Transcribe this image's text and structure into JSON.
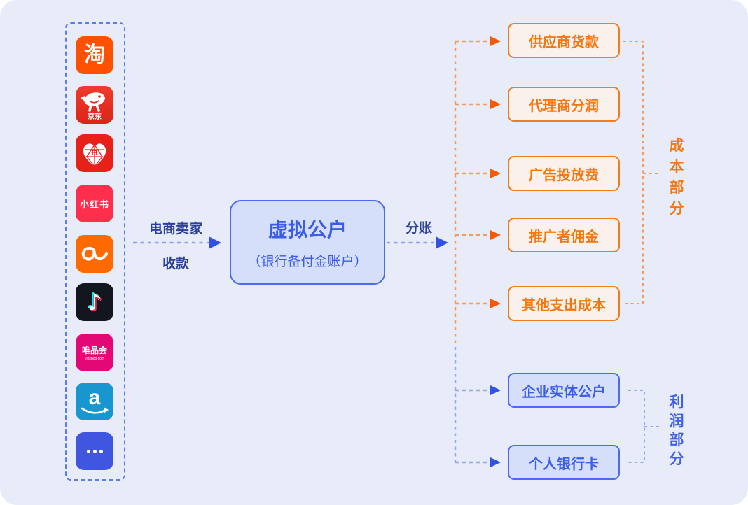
{
  "colors": {
    "background": "#e8ecf9",
    "blue_arrowhead": "#3351e3",
    "blue_dash": "#93a7ee",
    "blue_box_border": "#4c6af2",
    "blue_box_fill": "#d6dffa",
    "blue_box_text": "#3d5ee8",
    "flow_label_text": "#2c4195",
    "orange_arrowhead": "#f4590a",
    "orange_dash": "#f59a5c",
    "orange_box_border": "#ef7d1e",
    "orange_box_fill": "#faf1ec",
    "orange_box_text": "#f5770e"
  },
  "platforms": {
    "items": [
      {
        "name": "taobao",
        "label": "淘"
      },
      {
        "name": "jd",
        "label": "京东"
      },
      {
        "name": "pinduoduo",
        "label": "拼"
      },
      {
        "name": "xiaohongshu",
        "label": "小红书"
      },
      {
        "name": "alibaba"
      },
      {
        "name": "douyin",
        "glyph": "♪"
      },
      {
        "name": "vipshop",
        "label": "唯品会",
        "sublabel": "vipshop.com"
      },
      {
        "name": "amazon",
        "label": "a"
      },
      {
        "name": "more"
      }
    ]
  },
  "flow": {
    "collect_label_line1": "电商卖家",
    "collect_label_line2": "收款",
    "center_box_title": "虚拟公户",
    "center_box_subtitle": "（银行备付金账户）",
    "split_label": "分账"
  },
  "cost_group": {
    "label": "成本部分",
    "boxes": [
      "供应商货款",
      "代理商分润",
      "广告投放费",
      "推广者佣金",
      "其他支出成本"
    ]
  },
  "profit_group": {
    "label": "利润部分",
    "boxes": [
      "企业实体公户",
      "个人银行卡"
    ]
  }
}
